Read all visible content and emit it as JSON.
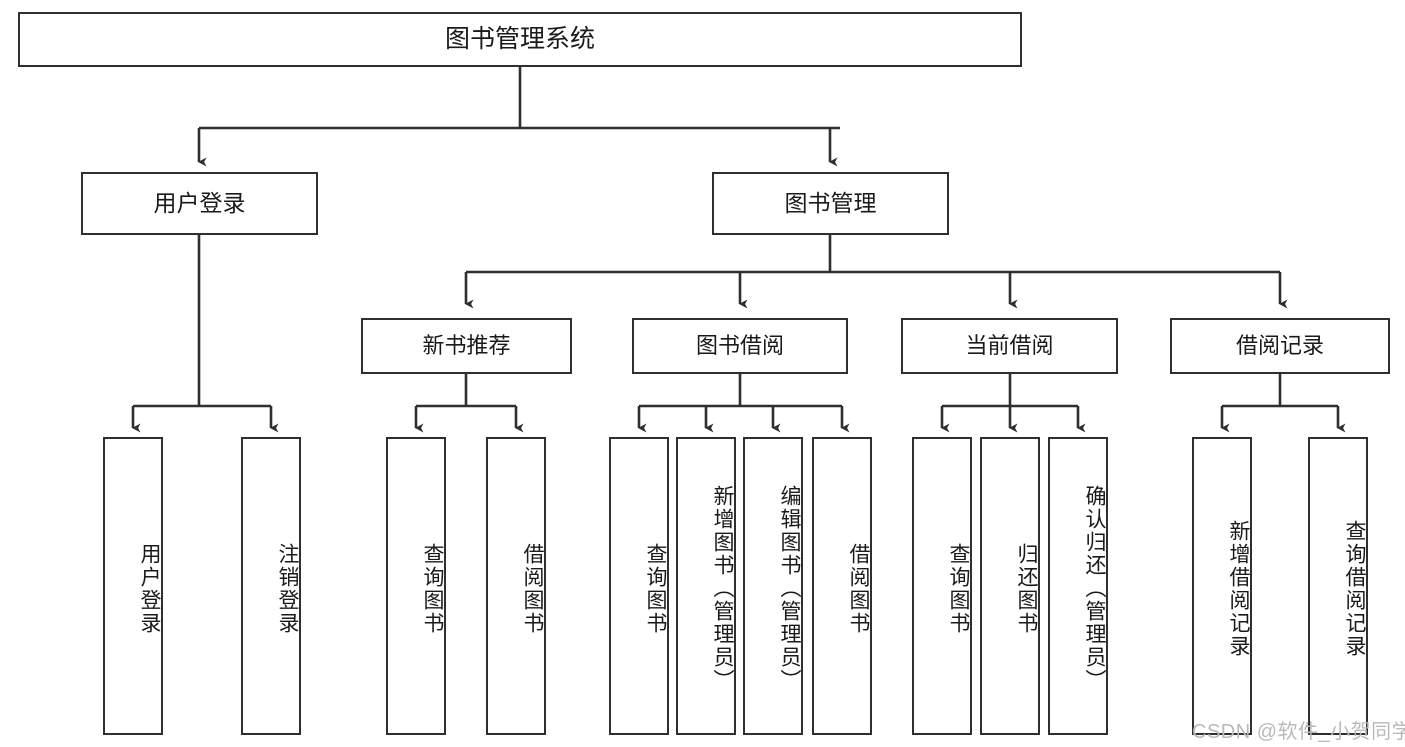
{
  "diagram": {
    "title": "图书管理系统",
    "type": "hierarchy-tree",
    "root": {
      "label": "图书管理系统"
    },
    "level1": [
      {
        "label": "用户登录"
      },
      {
        "label": "图书管理"
      }
    ],
    "level2": [
      {
        "label": "新书推荐"
      },
      {
        "label": "图书借阅"
      },
      {
        "label": "当前借阅"
      },
      {
        "label": "借阅记录"
      }
    ],
    "leaves": {
      "user_login": [
        {
          "label": "用户登录"
        },
        {
          "label": "注销登录"
        }
      ],
      "new_book_recommend": [
        {
          "label": "查询图书"
        },
        {
          "label": "借阅图书"
        }
      ],
      "book_borrow": [
        {
          "label": "查询图书"
        },
        {
          "label": "新增图书（管理员）"
        },
        {
          "label": "编辑图书（管理员）"
        },
        {
          "label": "借阅图书"
        }
      ],
      "current_borrow": [
        {
          "label": "查询图书"
        },
        {
          "label": "归还图书"
        },
        {
          "label": "确认归还（管理员）"
        }
      ],
      "borrow_record": [
        {
          "label": "新增借阅记录"
        },
        {
          "label": "查询借阅记录"
        }
      ]
    }
  },
  "watermark": {
    "text": "CSDN @软件_小贺同学"
  },
  "colors": {
    "stroke": "#2f2f2f",
    "background": "#ffffff",
    "text": "#1a1a1a",
    "watermark": "#b9b9b9"
  }
}
